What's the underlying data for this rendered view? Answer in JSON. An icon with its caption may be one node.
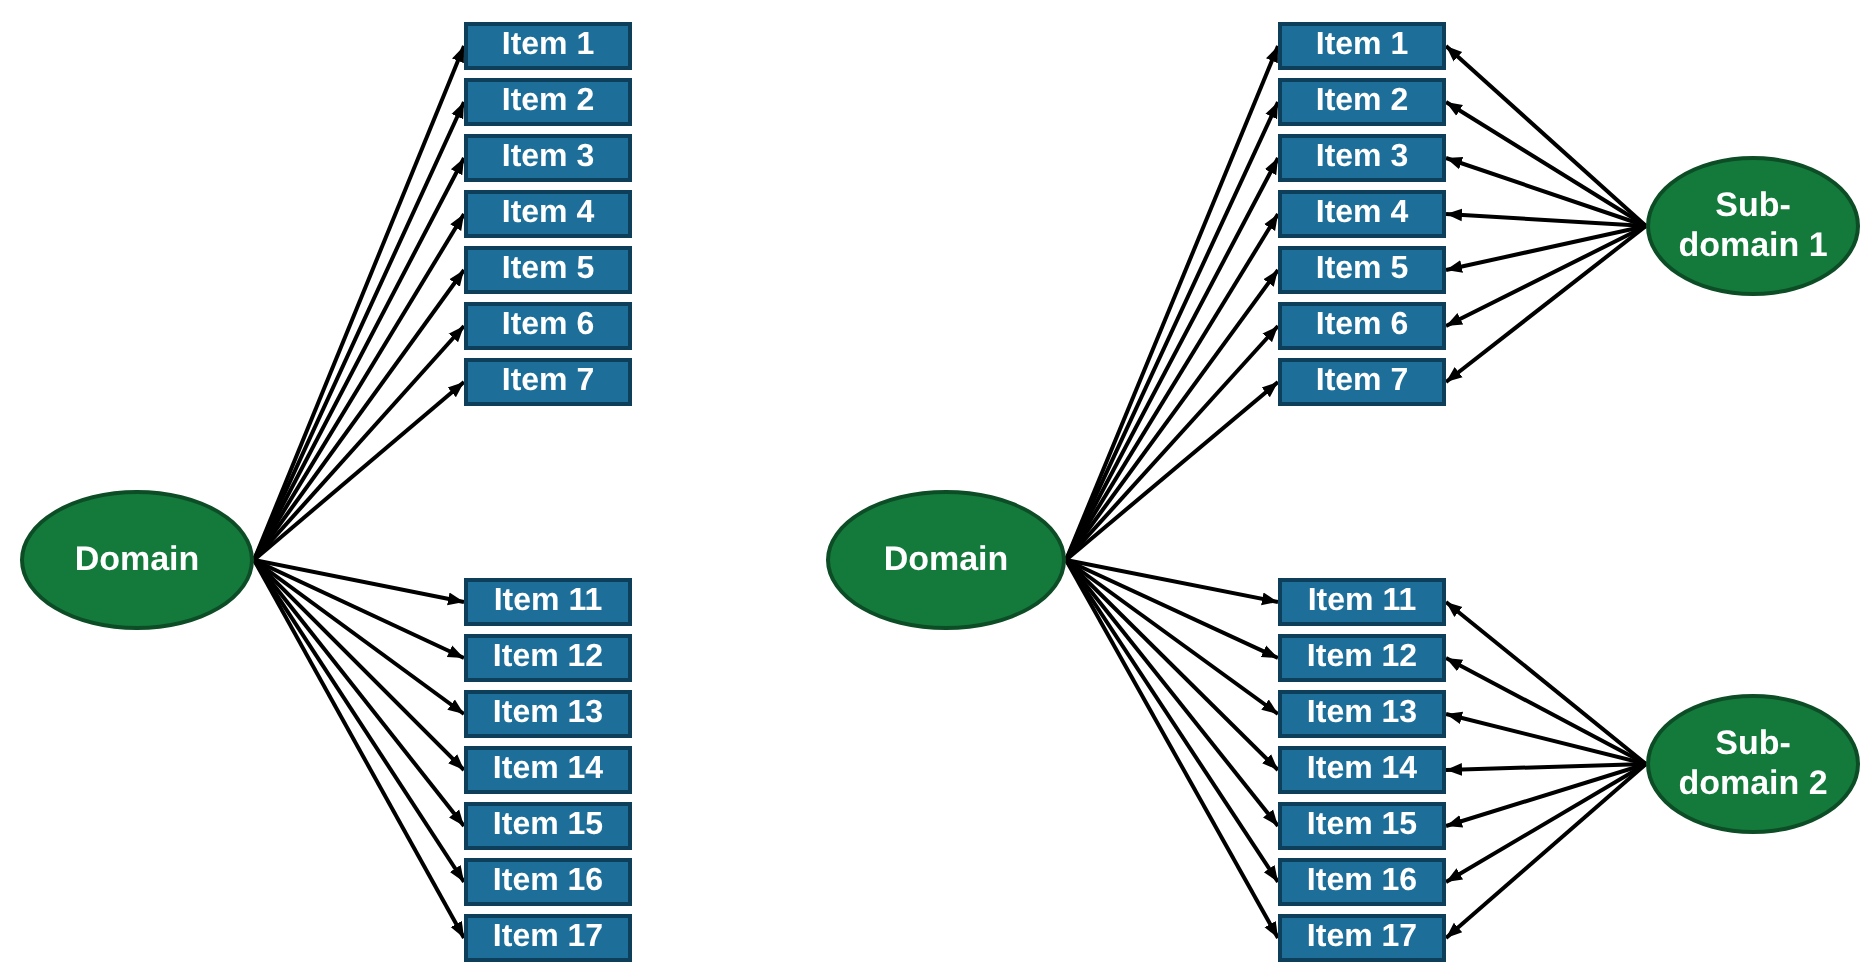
{
  "diagram": {
    "nodes": [
      {
        "text": [
          "Domain"
        ]
      },
      {
        "text": [
          "Item 1"
        ]
      },
      {
        "text": [
          "Item 2"
        ]
      },
      {
        "text": [
          "Item 3"
        ]
      },
      {
        "text": [
          "Item 4"
        ]
      },
      {
        "text": [
          "Item 5"
        ]
      },
      {
        "text": [
          "Item 6"
        ]
      },
      {
        "text": [
          "Item 7"
        ]
      },
      {
        "text": [
          "Item 11"
        ]
      },
      {
        "text": [
          "Item 12"
        ]
      },
      {
        "text": [
          "Item 13"
        ]
      },
      {
        "text": [
          "Item 14"
        ]
      },
      {
        "text": [
          "Item 15"
        ]
      },
      {
        "text": [
          "Item 16"
        ]
      },
      {
        "text": [
          "Item 17"
        ]
      },
      {
        "text": [
          "Domain"
        ]
      },
      {
        "text": [
          "Item 1"
        ]
      },
      {
        "text": [
          "Item 2"
        ]
      },
      {
        "text": [
          "Item 3"
        ]
      },
      {
        "text": [
          "Item 4"
        ]
      },
      {
        "text": [
          "Item 5"
        ]
      },
      {
        "text": [
          "Item 6"
        ]
      },
      {
        "text": [
          "Item 7"
        ]
      },
      {
        "text": [
          "Item 11"
        ]
      },
      {
        "text": [
          "Item 12"
        ]
      },
      {
        "text": [
          "Item 13"
        ]
      },
      {
        "text": [
          "Item 14"
        ]
      },
      {
        "text": [
          "Item 15"
        ]
      },
      {
        "text": [
          "Item 16"
        ]
      },
      {
        "text": [
          "Item 17"
        ]
      },
      {
        "text": [
          "Sub- domain 1"
        ]
      },
      {
        "text": [
          "Sub- domain 2"
        ]
      }
    ],
    "edges": [
      {
        "from": 0,
        "to": 1,
        "arrow": "to"
      },
      {
        "from": 0,
        "to": 2,
        "arrow": "to"
      },
      {
        "from": 0,
        "to": 3,
        "arrow": "to"
      },
      {
        "from": 0,
        "to": 4,
        "arrow": "to"
      },
      {
        "from": 0,
        "to": 5,
        "arrow": "to"
      },
      {
        "from": 0,
        "to": 6,
        "arrow": "to"
      },
      {
        "from": 0,
        "to": 7,
        "arrow": "to"
      },
      {
        "from": 0,
        "to": 8,
        "arrow": "to"
      },
      {
        "from": 0,
        "to": 9,
        "arrow": "to"
      },
      {
        "from": 0,
        "to": 10,
        "arrow": "to"
      },
      {
        "from": 0,
        "to": 11,
        "arrow": "to"
      },
      {
        "from": 0,
        "to": 12,
        "arrow": "to"
      },
      {
        "from": 0,
        "to": 13,
        "arrow": "to"
      },
      {
        "from": 0,
        "to": 14,
        "arrow": "to"
      },
      {
        "from": 15,
        "to": 16,
        "arrow": "to"
      },
      {
        "from": 15,
        "to": 17,
        "arrow": "to"
      },
      {
        "from": 15,
        "to": 18,
        "arrow": "to"
      },
      {
        "from": 15,
        "to": 19,
        "arrow": "to"
      },
      {
        "from": 15,
        "to": 20,
        "arrow": "to"
      },
      {
        "from": 15,
        "to": 21,
        "arrow": "to"
      },
      {
        "from": 15,
        "to": 22,
        "arrow": "to"
      },
      {
        "from": 15,
        "to": 23,
        "arrow": "to"
      },
      {
        "from": 15,
        "to": 24,
        "arrow": "to"
      },
      {
        "from": 15,
        "to": 25,
        "arrow": "to"
      },
      {
        "from": 15,
        "to": 26,
        "arrow": "to"
      },
      {
        "from": 15,
        "to": 27,
        "arrow": "to"
      },
      {
        "from": 15,
        "to": 28,
        "arrow": "to"
      },
      {
        "from": 15,
        "to": 29,
        "arrow": "to"
      },
      {
        "from": 30,
        "to": 16,
        "arrow": "to"
      },
      {
        "from": 30,
        "to": 17,
        "arrow": "to"
      },
      {
        "from": 30,
        "to": 18,
        "arrow": "to"
      },
      {
        "from": 30,
        "to": 19,
        "arrow": "to"
      },
      {
        "from": 30,
        "to": 20,
        "arrow": "to"
      },
      {
        "from": 30,
        "to": 21,
        "arrow": "to"
      },
      {
        "from": 30,
        "to": 22,
        "arrow": "to"
      },
      {
        "from": 31,
        "to": 23,
        "arrow": "to"
      },
      {
        "from": 31,
        "to": 24,
        "arrow": "to"
      },
      {
        "from": 31,
        "to": 25,
        "arrow": "to"
      },
      {
        "from": 31,
        "to": 26,
        "arrow": "to"
      },
      {
        "from": 31,
        "to": 27,
        "arrow": "to"
      },
      {
        "from": 31,
        "to": 28,
        "arrow": "to"
      },
      {
        "from": 31,
        "to": 29,
        "arrow": "to"
      }
    ]
  }
}
